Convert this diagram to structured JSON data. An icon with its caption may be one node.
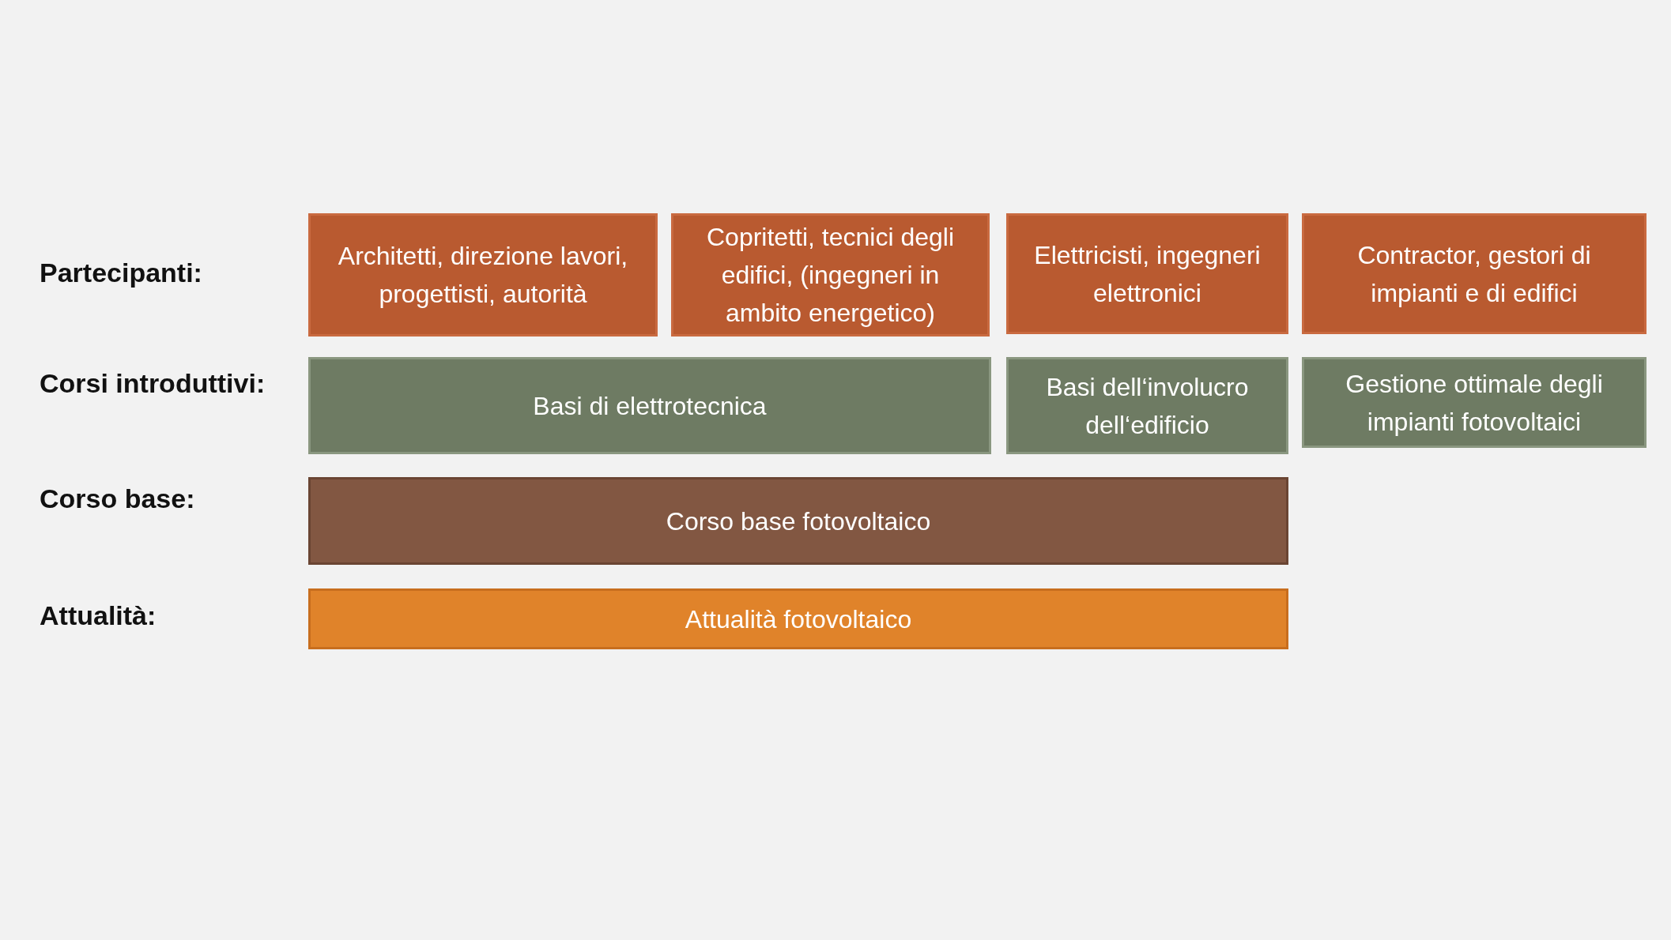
{
  "diagram": {
    "nodes": [
      {
        "text": [
          "Architetti, direzione lavori, progettisti, autorità"
        ]
      },
      {
        "text": [
          "Copritetti, tecnici degli edifici, (ingegneri in ambito energetico)"
        ]
      },
      {
        "text": [
          "Elettricisti, ingegneri elettronici"
        ]
      },
      {
        "text": [
          "Contractor, gestori di impianti e di edifici"
        ]
      },
      {
        "text": [
          "Basi di elettrotecnica"
        ]
      },
      {
        "text": [
          "Basi dell‘involucro dell‘edificio"
        ]
      },
      {
        "text": [
          "Gestione ottimale degli impianti fotovoltaici"
        ]
      },
      {
        "text": [
          "Corso base fotovoltaico"
        ]
      },
      {
        "text": [
          "Attualità fotovoltaico"
        ]
      }
    ],
    "labels": [
      "Partecipanti:",
      "Corsi introduttivi:",
      "Corso base:",
      "Attualità:"
    ]
  }
}
